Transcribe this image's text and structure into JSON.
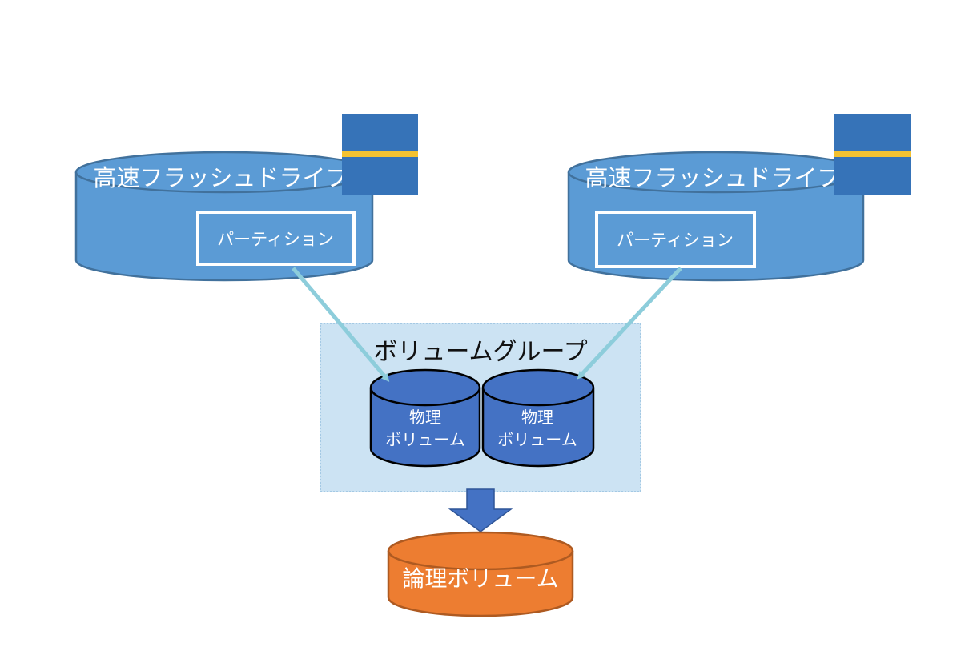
{
  "diagram": {
    "drives": [
      {
        "label": "高速フラッシュドライブ",
        "partition_label": "パーティション"
      },
      {
        "label": "高速フラッシュドライブ",
        "partition_label": "パーティション"
      }
    ],
    "volume_group": {
      "label": "ボリュームグループ",
      "physical_volumes": [
        {
          "line1": "物理",
          "line2": "ボリューム"
        },
        {
          "line1": "物理",
          "line2": "ボリューム"
        }
      ]
    },
    "logical_volume": {
      "label": "論理ボリューム"
    },
    "colors": {
      "drive_fill": "#5B9BD5",
      "drive_stroke": "#41719C",
      "drive_icon": "#3673B8",
      "drive_icon_stripe": "#F4C232",
      "arrow_light": "#8DCDDB",
      "volume_group_fill": "#CCE3F3",
      "volume_group_border": "#7BAFD4",
      "physical_volume_fill": "#4472C4",
      "down_arrow": "#4472C4",
      "logical_volume_fill": "#ED7D31",
      "logical_volume_stroke": "#AE5A21"
    }
  }
}
